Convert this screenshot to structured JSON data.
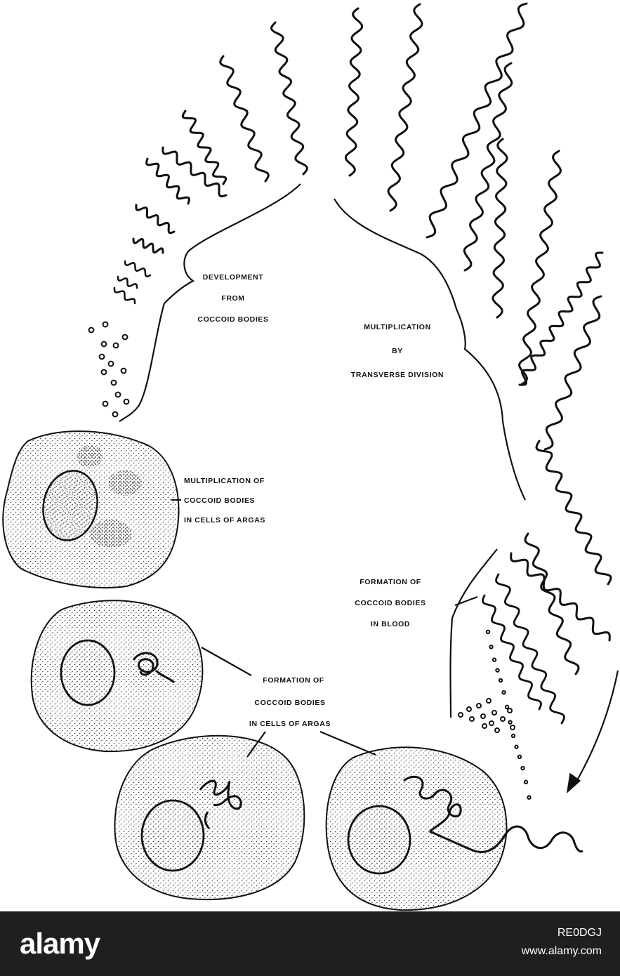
{
  "diagram": {
    "labels": {
      "development": [
        "DEVELOPMENT",
        "FROM",
        "COCCOID BODIES"
      ],
      "multiplication_division": [
        "MULTIPLICATION",
        "BY",
        "TRANSVERSE DIVISION"
      ],
      "multiplication_coccoid": [
        "MULTIPLICATION OF",
        "COCCOID BODIES",
        "IN CELLS OF ARGAS"
      ],
      "formation_blood": [
        "FORMATION OF",
        "COCCOID BODIES",
        "IN BLOOD"
      ],
      "formation_argas": [
        "FORMATION OF",
        "COCCOID BODIES",
        "IN CELLS OF ARGAS"
      ]
    }
  },
  "footer": {
    "logo": "alamy",
    "image_id": "RE0DGJ",
    "url": "www.alamy.com"
  },
  "colors": {
    "ink": "#111111",
    "cell_stipple": "#3a3a3a",
    "footer_bg": "#1f1f1f",
    "footer_text": "#ffffff"
  }
}
